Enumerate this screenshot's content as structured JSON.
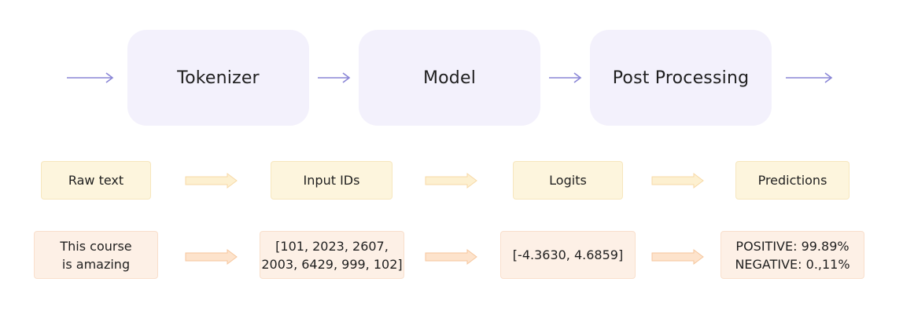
{
  "pipeline": {
    "stages": [
      {
        "label": "Tokenizer"
      },
      {
        "label": "Model"
      },
      {
        "label": "Post Processing"
      }
    ]
  },
  "labels": [
    {
      "text": "Raw text"
    },
    {
      "text": "Input IDs"
    },
    {
      "text": "Logits"
    },
    {
      "text": "Predictions"
    }
  ],
  "values": [
    {
      "lines": [
        "This course",
        "is amazing"
      ]
    },
    {
      "lines": [
        "[101, 2023, 2607,",
        "2003, 6429, 999, 102]"
      ]
    },
    {
      "lines": [
        "[-4.3630, 4.6859]"
      ]
    },
    {
      "lines": [
        "POSITIVE: 99.89%",
        "NEGATIVE: 0.,11%"
      ]
    }
  ],
  "colors": {
    "stage_fill": "#f3f1fc",
    "line_arrow": "#8a86d6",
    "label_fill": "#fdf5dd",
    "value_fill": "#fdf0e6",
    "block_arrow_fill": "#fde8cc",
    "block_arrow_stroke": "#f7c99b"
  }
}
